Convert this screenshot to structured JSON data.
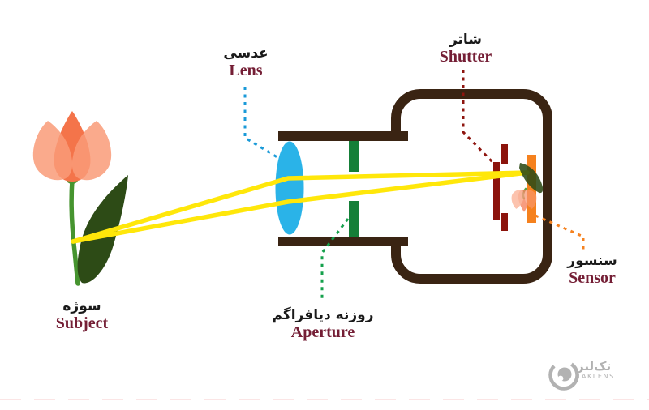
{
  "labels": {
    "lens": {
      "fa": "عدسی",
      "en": "Lens"
    },
    "shutter": {
      "fa": "شاتر",
      "en": "Shutter"
    },
    "subject": {
      "fa": "سوژه",
      "en": "Subject"
    },
    "aperture": {
      "fa": "روزنه دیافراگم",
      "en": "Aperture"
    },
    "sensor": {
      "fa": "سنسور",
      "en": "Sensor"
    }
  },
  "watermark": {
    "fa": "تک‌لنز",
    "en": "TAKLENS"
  },
  "colors": {
    "background": "#ffffff",
    "camera_body": "#3a2413",
    "lens_glass": "#2ab3e8",
    "aperture_bar": "#157f38",
    "shutter_bar": "#8c130c",
    "sensor_bar": "#f5811e",
    "light_ray": "#ffe70a",
    "petal_outer": "#f99b78",
    "petal_center": "#f4744a",
    "stem": "#46942f",
    "leaf": "#2d4b16",
    "label_persian": "#1a1a1a",
    "label_english": "#741e35",
    "leader_lens": "#1a9ad8",
    "leader_shutter": "#8e150f",
    "leader_aperture": "#15a04c",
    "leader_sensor": "#f58220",
    "watermark_gray": "#b2b2b2"
  }
}
